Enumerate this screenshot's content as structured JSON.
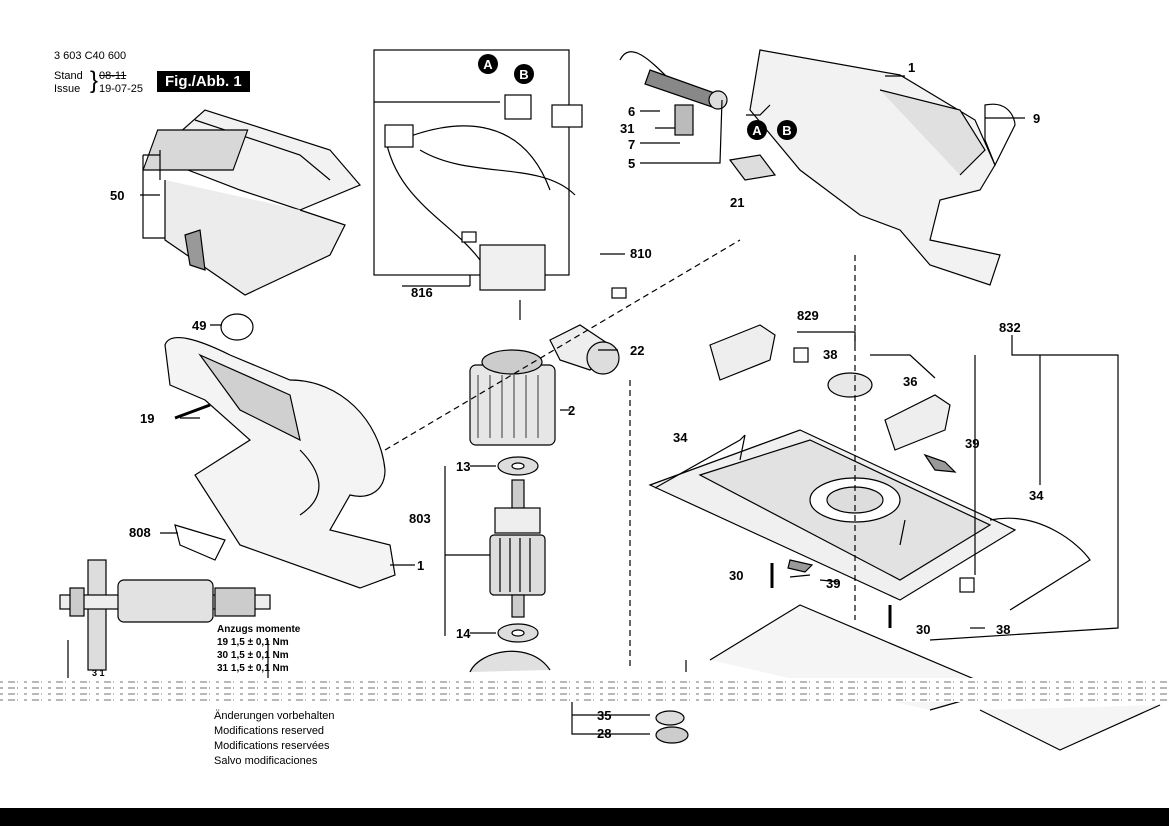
{
  "header": {
    "doc_number": "3 603 C40 600",
    "stand_label": "Stand",
    "issue_label": "Issue",
    "stand_value": "08-11",
    "issue_value": "19-07-25",
    "figure_badge": "Fig./Abb. 1"
  },
  "torque": {
    "title": "Anzugs momente",
    "rows": [
      "19  1,5 ± 0,1 Nm",
      "30  1,5 ± 0,1 Nm",
      "31  1,5 ± 0,1 Nm"
    ]
  },
  "notes": [
    "Änderungen vorbehalten",
    "Modifications reserved",
    "Modifications reservées",
    "Salvo modificaciones"
  ],
  "part_labels": {
    "p1a": "1",
    "p9": "9",
    "p6": "6",
    "p31": "31",
    "p7": "7",
    "p5": "5",
    "p21": "21",
    "p50": "50",
    "p810": "810",
    "p816": "816",
    "p49": "49",
    "p22": "22",
    "p19": "19",
    "p2": "2",
    "p13": "13",
    "p803": "803",
    "p808": "808",
    "p1b": "1",
    "p14": "14",
    "p829": "829",
    "p832": "832",
    "p38a": "38",
    "p36": "36",
    "p34a": "34",
    "p39a": "39",
    "p34b": "34",
    "p30a": "30",
    "p39b": "39",
    "p30b": "30",
    "p38b": "38",
    "p35": "35",
    "p28": "28",
    "cA": "A",
    "cB": "B",
    "cA2": "A",
    "cB2": "B",
    "small31": "3 1"
  }
}
